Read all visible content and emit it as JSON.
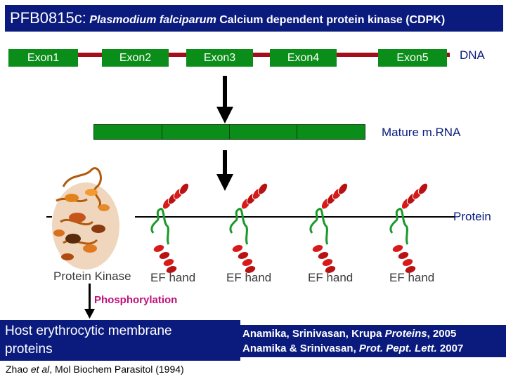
{
  "title": {
    "code": "PFB0815c:",
    "organism": "Plasmodium falciparum",
    "rest": "Calcium dependent protein kinase (CDPK)"
  },
  "gene": {
    "exons": [
      "Exon1",
      "Exon2",
      "Exon3",
      "Exon4",
      "Exon5"
    ],
    "label": "DNA"
  },
  "mrna": {
    "label": "Mature m.RNA"
  },
  "protein": {
    "label": "Protein",
    "kinase_label": "Protein Kinase",
    "ef_hand_labels": [
      "EF hand",
      "EF hand",
      "EF hand",
      "EF hand"
    ]
  },
  "phosphorylation": "Phosphorylation",
  "target": {
    "line1": "Host erythrocytic membrane",
    "line2": "proteins"
  },
  "citation_zhao": {
    "pre": "Zhao ",
    "etal": "et al",
    "post": ", Mol Biochem Parasitol (1994)"
  },
  "references": [
    {
      "pre": "Anamika, Srinivasan, Krupa ",
      "journal": "Proteins",
      "post": ", 2005"
    },
    {
      "pre": "Anamika & Srinivasan, ",
      "journal": "Prot. Pept. Lett.",
      "post": " 2007"
    }
  ],
  "colors": {
    "title_bg": "#0a1b7d",
    "exon_green": "#0b8d1a",
    "intron_red": "#a30e1a",
    "helix_red": "#d81a1a",
    "loop_green": "#1a9a2a",
    "phospho_magenta": "#c0127a"
  }
}
